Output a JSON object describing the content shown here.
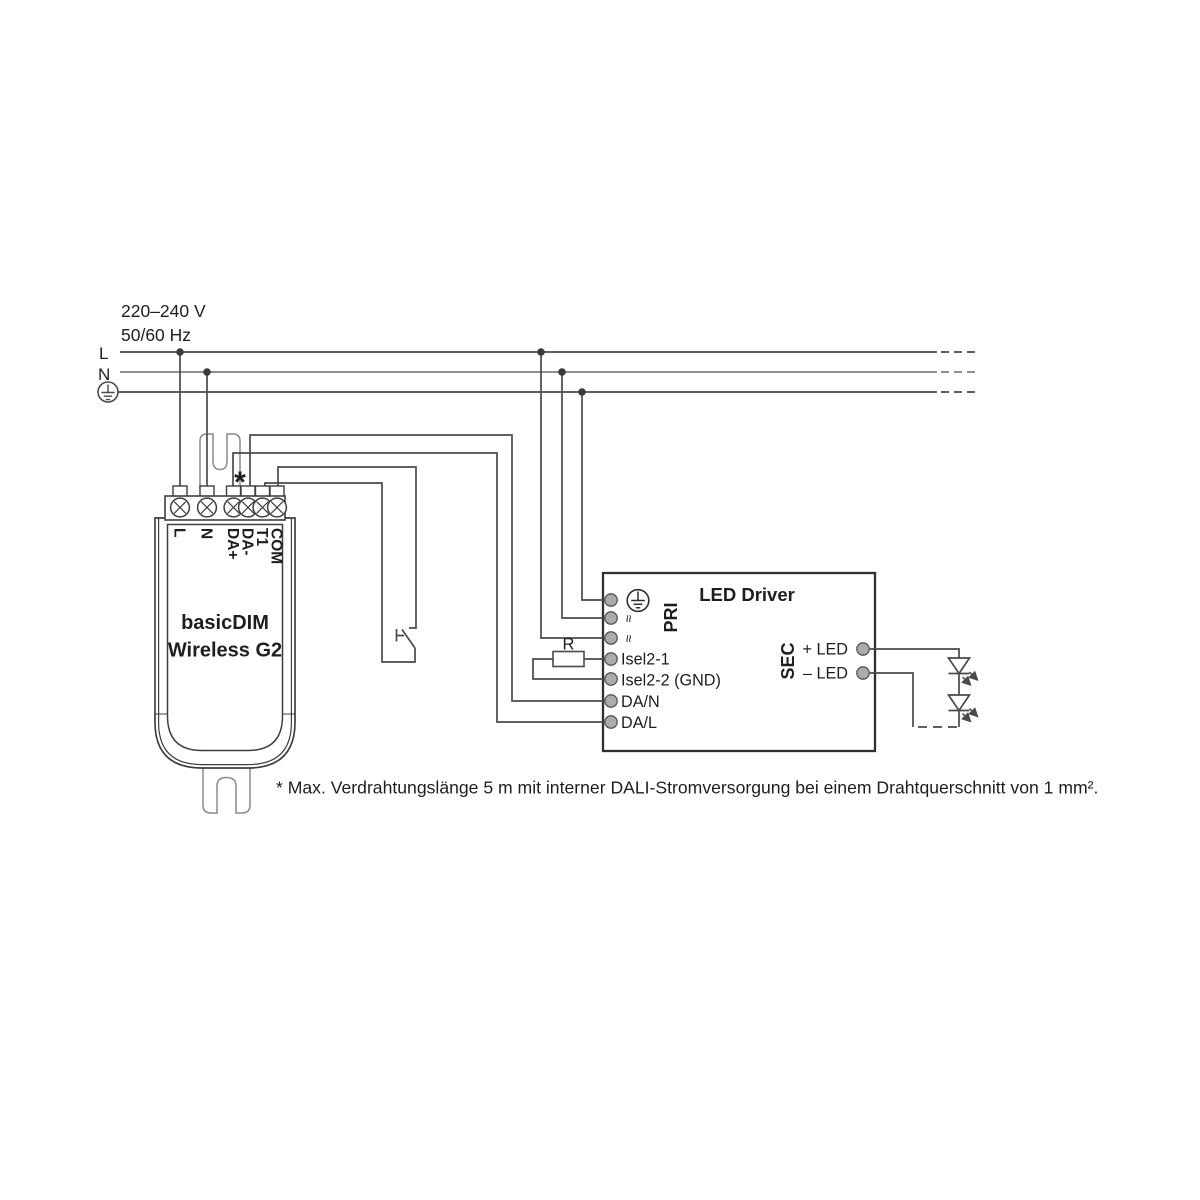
{
  "supply": {
    "voltage": "220–240 V",
    "frequency": "50/60 Hz",
    "l_label": "L",
    "n_label": "N"
  },
  "wireless_module": {
    "name_line1": "basicDIM",
    "name_line2": "Wireless G2",
    "terminals": [
      "L",
      "N",
      "DA+",
      "DA-",
      "T1",
      "COM"
    ],
    "wiring_note_marker": "*"
  },
  "led_driver": {
    "title": "LED Driver",
    "primary_label": "PRI",
    "secondary_label": "SEC",
    "ac_terminal_symbol": "≈",
    "input_terminals": [
      "Isel2-1",
      "Isel2-2 (GND)",
      "DA/N",
      "DA/L"
    ],
    "output_terminals": [
      "+ LED",
      "– LED"
    ]
  },
  "resistor": {
    "label": "R"
  },
  "footnote": "* Max. Verdrahtungslänge 5 m mit interner DALI-Stromversorgung bei einem Drahtquerschnitt von 1 mm².",
  "colors": {
    "wire": "#4a4a4a",
    "neutral_wire": "#7f7f7f",
    "outline": "#3f3f3f",
    "clamp": "#8a8a8a",
    "terminal_fill": "#ababab",
    "junction_dot": "#3a3a3a",
    "text": "#1e1e1e"
  }
}
